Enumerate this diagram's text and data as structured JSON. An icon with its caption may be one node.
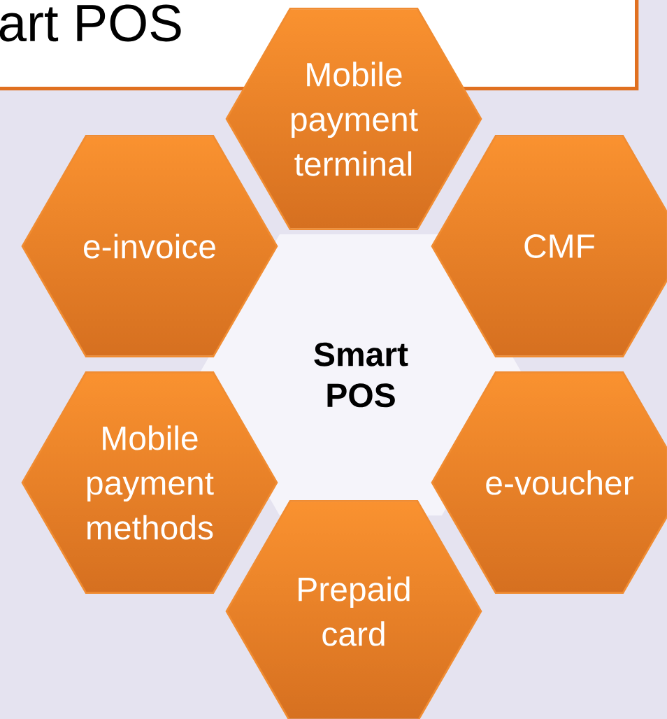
{
  "diagram": {
    "title": "art POS",
    "nodes": [
      {
        "text": [
          "Smart POS"
        ]
      },
      {
        "text": [
          "Mobile payment terminal"
        ]
      },
      {
        "text": [
          "e-invoice"
        ]
      },
      {
        "text": [
          "CMF"
        ]
      },
      {
        "text": [
          "Mobile payment methods"
        ]
      },
      {
        "text": [
          "e-voucher"
        ]
      },
      {
        "text": [
          "Prepaid card"
        ]
      }
    ]
  }
}
